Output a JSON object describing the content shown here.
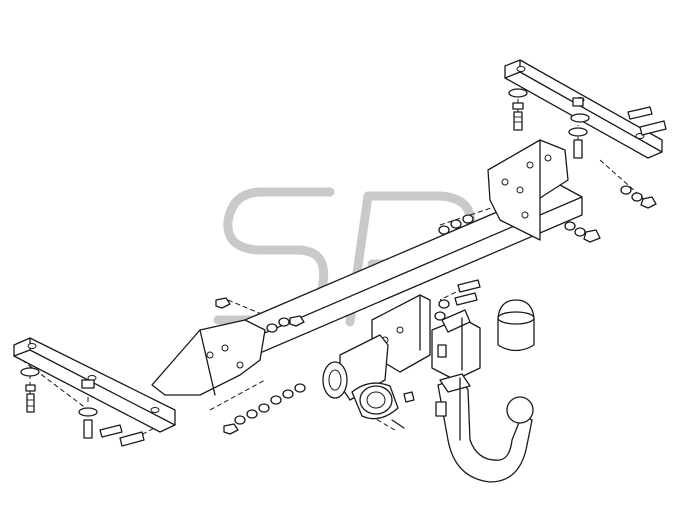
{
  "diagram": {
    "watermark_logo_text": "SP",
    "colors": {
      "line": "#1a1a1a",
      "background": "#ffffff",
      "watermark": "#c9c9c9"
    },
    "parts": [
      "left-bracket",
      "right-bracket",
      "crossbar",
      "center-plate",
      "tow-ball-neck",
      "ball-cover",
      "socket-bracket",
      "electric-socket",
      "left-bolts",
      "right-bolts",
      "center-bolts"
    ]
  }
}
